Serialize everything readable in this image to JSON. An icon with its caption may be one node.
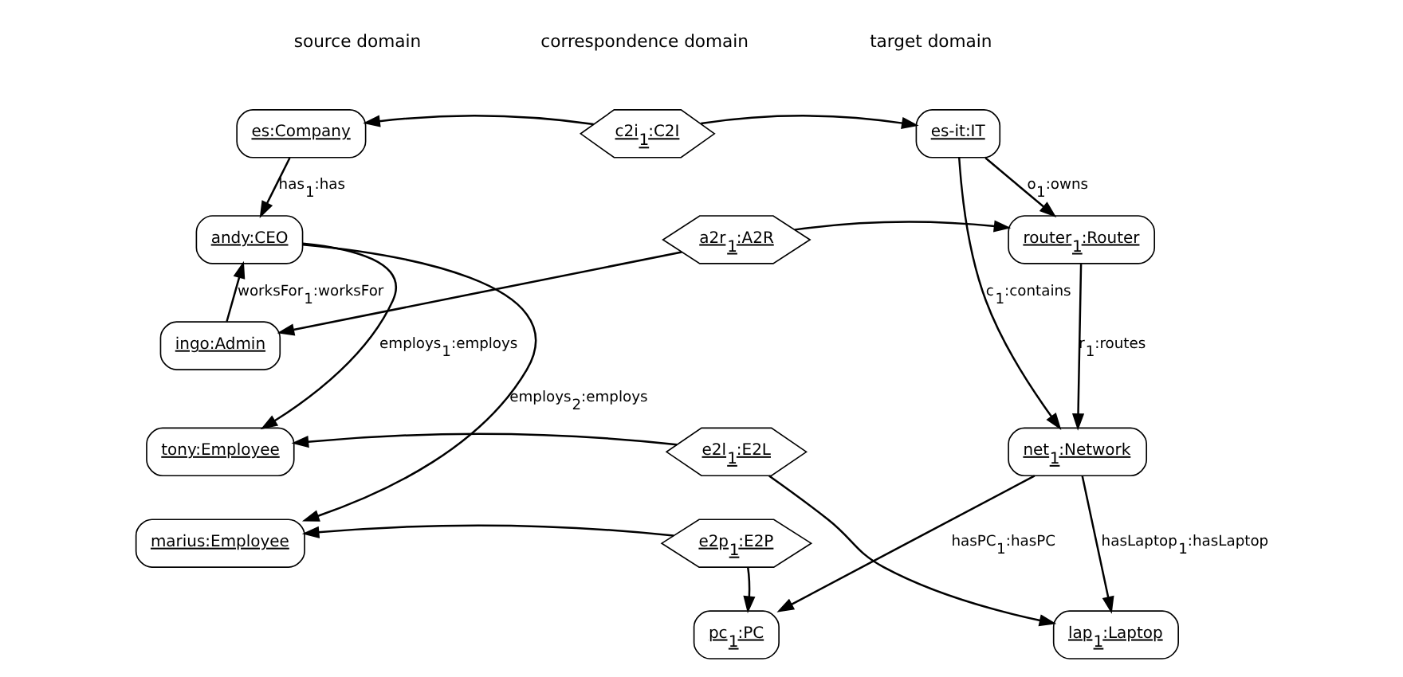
{
  "diagram": {
    "nodes": [
      {
        "text": [
          "es:Company"
        ]
      },
      {
        "text": [
          "c2i$_{1}$:C2I"
        ]
      },
      {
        "text": [
          "es-it:IT"
        ]
      },
      {
        "text": [
          "andy:CEO"
        ]
      },
      {
        "text": [
          "a2r$_{1}$:A2R"
        ]
      },
      {
        "text": [
          "router$_{1}$:Router"
        ]
      },
      {
        "text": [
          "ingo:Admin"
        ]
      },
      {
        "text": [
          "tony:Employee"
        ]
      },
      {
        "text": [
          "e2l$_{1}$:E2L"
        ]
      },
      {
        "text": [
          "net$_{1}$:Network"
        ]
      },
      {
        "text": [
          "marius:Employee"
        ]
      },
      {
        "text": [
          "e2p$_{1}$:E2P"
        ]
      },
      {
        "text": [
          "pc$_{1}$:PC"
        ]
      },
      {
        "text": [
          "lap$_{1}$:Laptop"
        ]
      }
    ],
    "edges": [
      {
        "from": 1,
        "to": 0,
        "arrow": "to"
      },
      {
        "from": 1,
        "to": 2,
        "arrow": "to"
      },
      {
        "from": 0,
        "to": 3,
        "arrow": "to",
        "label": "has$_{1}$:has"
      },
      {
        "from": 6,
        "to": 3,
        "arrow": "to",
        "label": "worksFor$_{1}$:worksFor"
      },
      {
        "from": 3,
        "to": 7,
        "arrow": "to",
        "label": "employs$_{1}$:employs"
      },
      {
        "from": 3,
        "to": 10,
        "arrow": "to",
        "label": "employs$_{2}$:employs"
      },
      {
        "from": 4,
        "to": 6,
        "arrow": "to"
      },
      {
        "from": 4,
        "to": 5,
        "arrow": "to"
      },
      {
        "from": 2,
        "to": 5,
        "arrow": "to",
        "label": "o$_{1}$:owns"
      },
      {
        "from": 2,
        "to": 9,
        "arrow": "to",
        "label": "c$_{1}$:contains"
      },
      {
        "from": 5,
        "to": 9,
        "arrow": "to",
        "label": "r$_{1}$:routes"
      },
      {
        "from": 8,
        "to": 7,
        "arrow": "to"
      },
      {
        "from": 8,
        "to": 13,
        "arrow": "to"
      },
      {
        "from": 9,
        "to": 12,
        "arrow": "to",
        "label": "hasPC$_{1}$:hasPC"
      },
      {
        "from": 9,
        "to": 13,
        "arrow": "to",
        "label": "hasLaptop$_{1}$:hasLaptop"
      },
      {
        "from": 11,
        "to": 10,
        "arrow": "to"
      },
      {
        "from": 11,
        "to": 12,
        "arrow": "to"
      }
    ],
    "labels": [
      "source domain",
      "correspondence domain",
      "target domain"
    ]
  }
}
